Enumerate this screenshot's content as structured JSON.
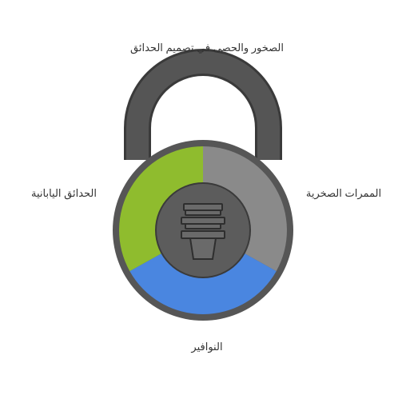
{
  "title": "الصخور والحصى في تصميم الحدائق",
  "segments": [
    {
      "label": "الممرات الصخرية",
      "color": "#8a8a8a"
    },
    {
      "label": "النوافير",
      "color": "#4a86e0"
    },
    {
      "label": "الحدائق اليابانية",
      "color": "#8fbc2e"
    }
  ],
  "colors": {
    "shackle": "#555555",
    "shackle_outline": "#3a3a3a",
    "rim": "#565656",
    "center": "#5c5c5c",
    "icon_fill": "#6a6a6a",
    "icon_stroke": "#2e2e2e"
  },
  "center_icon": "stacked-stones-icon"
}
